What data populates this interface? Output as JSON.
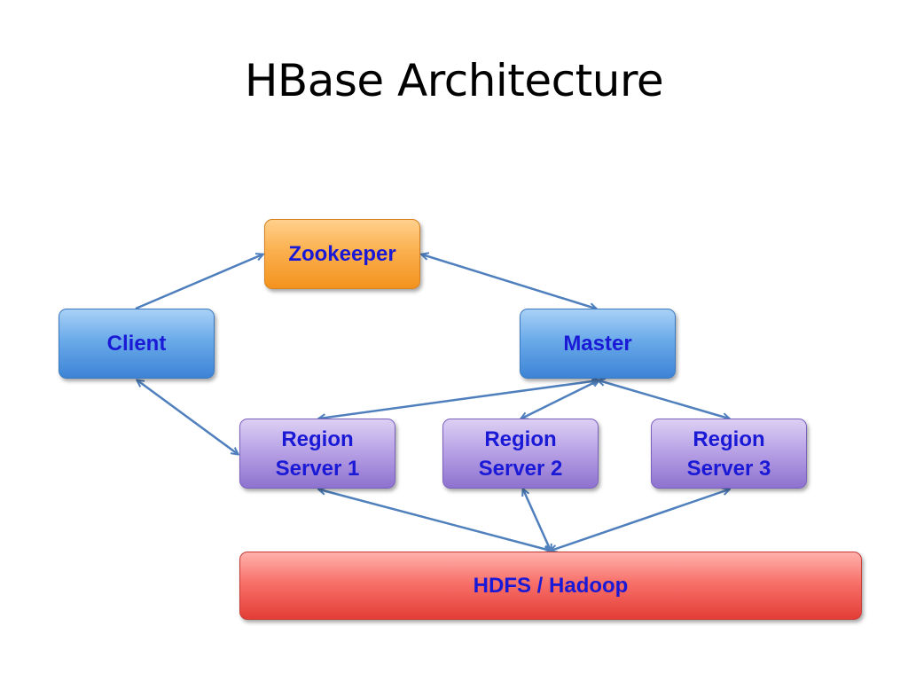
{
  "title": "HBase Architecture",
  "nodes": {
    "zookeeper": "Zookeeper",
    "client": "Client",
    "master": "Master",
    "region1": [
      "Region",
      "Server 1"
    ],
    "region2": [
      "Region",
      "Server 2"
    ],
    "region3": [
      "Region",
      "Server 3"
    ],
    "hdfs": "HDFS / Hadoop"
  },
  "colors": {
    "label": "#1a1ad6",
    "arrow": "#4f80bd",
    "blue_node": "#5b9bd5",
    "orange_node": "#f7a23c",
    "purple_node": "#a58bdc",
    "red_node": "#f05a53"
  }
}
